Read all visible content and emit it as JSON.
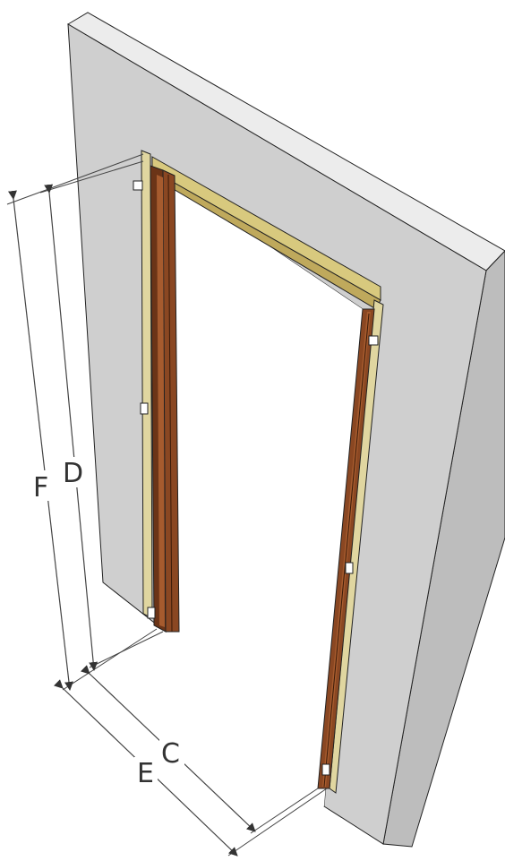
{
  "diagram": {
    "labels": {
      "F": "F",
      "D": "D",
      "E": "E",
      "C": "C"
    },
    "colors": {
      "wall_face": "#cfcfcf",
      "wall_edge": "#e6e6e6",
      "wall_side": "#b9b9b9",
      "frame_wood_dark": "#6b3417",
      "frame_wood": "#8a4722",
      "frame_wood_light": "#a65b2e",
      "lintel": "#c8b56a",
      "lintel_light": "#ddd08f",
      "line": "#222222",
      "dim_line": "#444444"
    }
  }
}
